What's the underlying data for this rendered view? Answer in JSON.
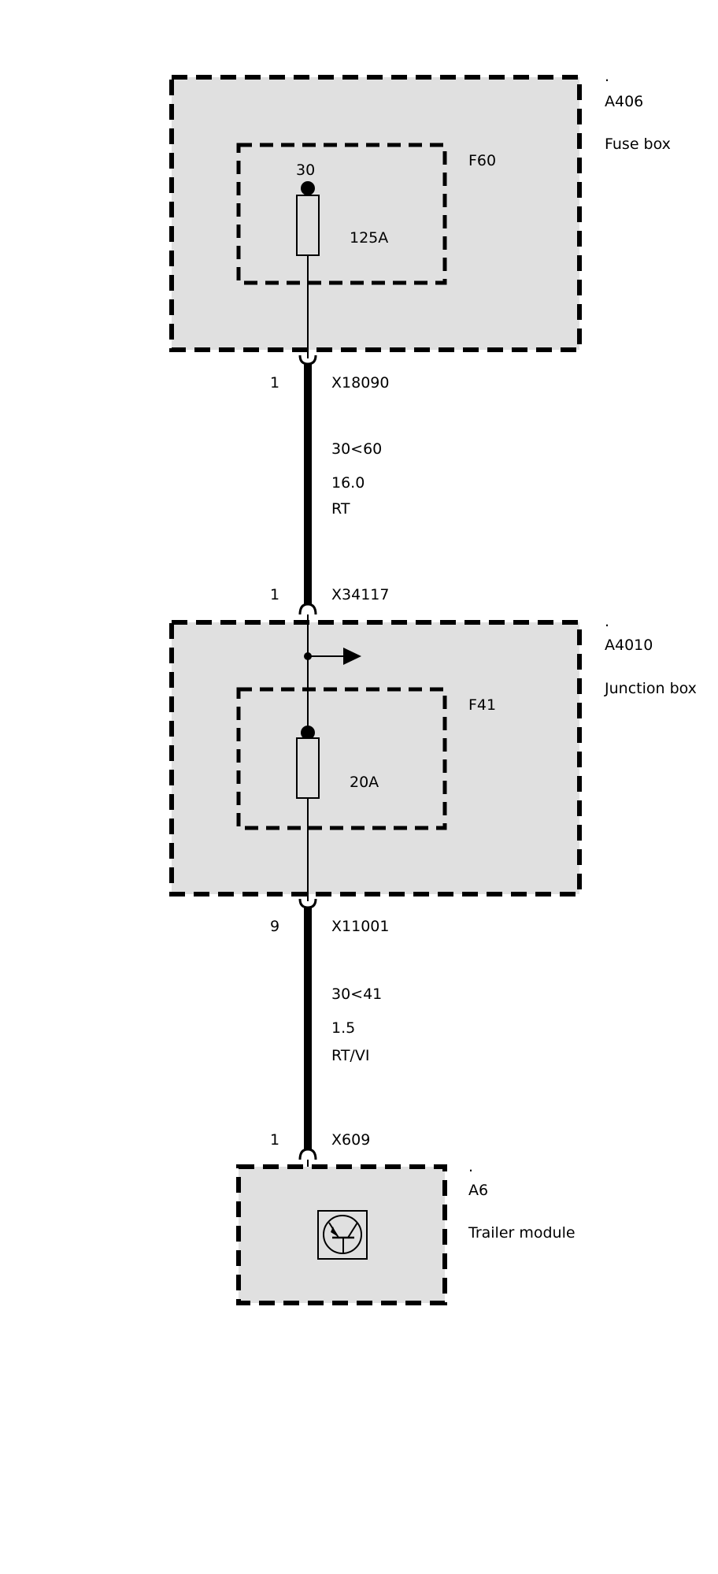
{
  "components": {
    "fuse_box": {
      "dot": ".",
      "id": "A406",
      "name": "Fuse box"
    },
    "junction_box": {
      "dot": ".",
      "id": "A4010",
      "name": "Junction box"
    },
    "trailer_module": {
      "dot": ".",
      "id": "A6",
      "name": "Trailer module"
    }
  },
  "fuses": {
    "f60": {
      "id": "F60",
      "terminal": "30",
      "rating": "125A"
    },
    "f41": {
      "id": "F41",
      "rating": "20A"
    }
  },
  "connectors": {
    "x18090": {
      "pin": "1",
      "id": "X18090"
    },
    "x34117": {
      "pin": "1",
      "id": "X34117"
    },
    "x11001": {
      "pin": "9",
      "id": "X11001"
    },
    "x609": {
      "pin": "1",
      "id": "X609"
    }
  },
  "wires": {
    "w1": {
      "circuit": "30<60",
      "size": "16.0",
      "color": "RT"
    },
    "w2": {
      "circuit": "30<41",
      "size": "1.5",
      "color": "RT/VI"
    }
  },
  "icons": {
    "trailer_module_symbol": "transistor-icon",
    "continuation_arrow": "arrow-right-icon"
  },
  "colors": {
    "box_fill": "#e0e0e0",
    "line": "#000000",
    "background": "#ffffff"
  }
}
